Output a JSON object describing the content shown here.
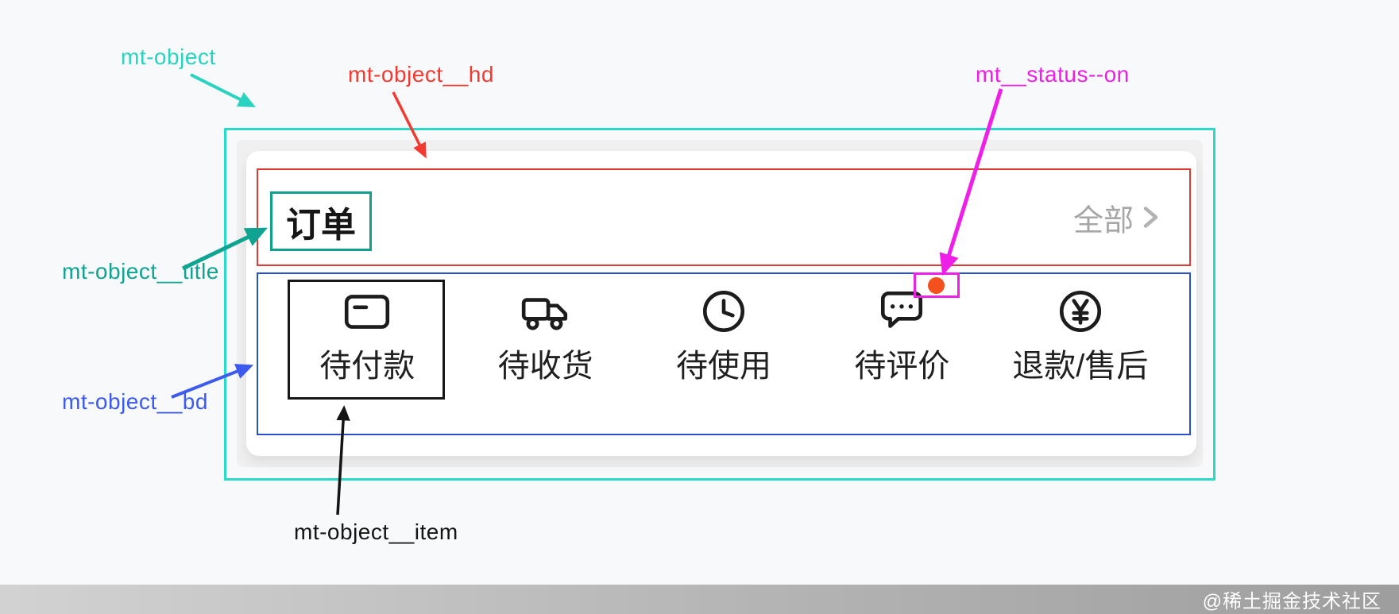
{
  "annotations": {
    "object": {
      "label": "mt-object",
      "color": "#2ad2c0"
    },
    "hd": {
      "label": "mt-object__hd",
      "color": "#f23a30"
    },
    "status_on": {
      "label": "mt__status--on",
      "color": "#ee1fe6"
    },
    "title": {
      "label": "mt-object__title",
      "color": "#0fa492"
    },
    "bd": {
      "label": "mt-object__bd",
      "color": "#3c5bee"
    },
    "item": {
      "label": "mt-object__item",
      "color": "#141414"
    }
  },
  "card": {
    "title": "订单",
    "all_link": "全部",
    "items": [
      {
        "label": "待付款",
        "icon": "bank-card-icon"
      },
      {
        "label": "待收货",
        "icon": "truck-icon"
      },
      {
        "label": "待使用",
        "icon": "clock-icon"
      },
      {
        "label": "待评价",
        "icon": "chat-bubble-icon",
        "status_dot": true
      },
      {
        "label": "退款/售后",
        "icon": "yen-circle-icon"
      }
    ],
    "status_dot_color": "#f4511e"
  },
  "watermark": "@稀土掘金技术社区"
}
